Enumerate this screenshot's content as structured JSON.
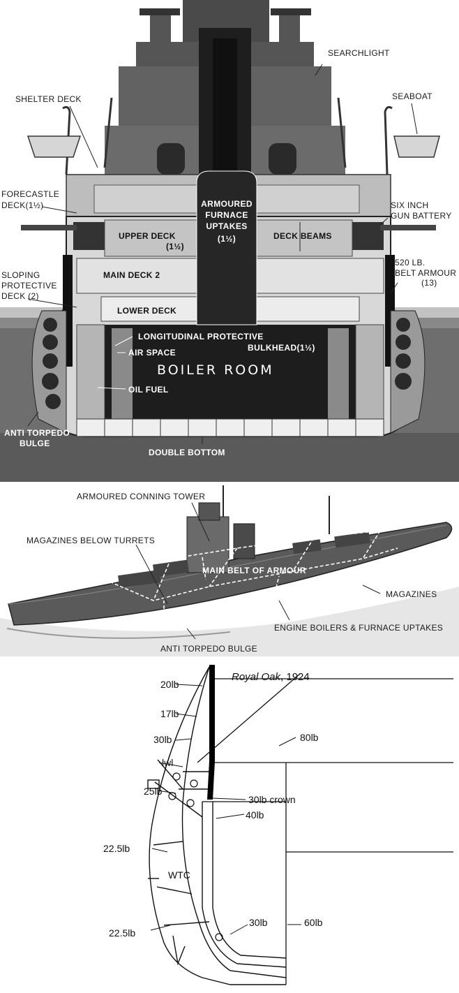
{
  "section_view": {
    "labels": {
      "searchlight": "SEARCHLIGHT",
      "shelter_deck": "SHELTER DECK",
      "seaboat": "SEABOAT",
      "forecastle_deck": "FORECASTLE",
      "forecastle_deck_2": "DECK(1½)",
      "armoured_furnace_1": "ARMOURED",
      "armoured_furnace_2": "FURNACE",
      "armoured_furnace_3": "UPTAKES",
      "armoured_furnace_4": "(1½)",
      "six_inch_1": "SIX INCH",
      "six_inch_2": "GUN BATTERY",
      "upper_deck": "UPPER DECK",
      "upper_deck_thk": "(1½)",
      "deck_beams": "DECK BEAMS",
      "sloping_1": "SLOPING",
      "sloping_2": "PROTECTIVE",
      "sloping_3": "DECK (2)",
      "main_deck": "MAIN DECK 2",
      "belt_1": "520 LB.",
      "belt_2": "BELT ARMOUR",
      "belt_3": "(13)",
      "lower_deck": "LOWER DECK",
      "longitudinal_1": "LONGITUDINAL PROTECTIVE",
      "longitudinal_2": "BULKHEAD(1½)",
      "air_space": "AIR SPACE",
      "boiler_room": "BOILER ROOM",
      "oil_fuel": "OIL FUEL",
      "anti_torpedo_1": "ANTI TORPEDO",
      "anti_torpedo_2": "BULGE",
      "double_bottom": "DOUBLE BOTTOM"
    }
  },
  "ship_view": {
    "labels": {
      "conning_tower": "ARMOURED CONNING TOWER",
      "magazines_below": "MAGAZINES BELOW TURRETS",
      "main_belt": "MAIN BELT OF ARMOUR",
      "magazines": "MAGAZINES",
      "engine_boilers": "ENGINE BOILERS & FURNACE UPTAKES",
      "anti_torpedo": "ANTI TORPEDO BULGE"
    }
  },
  "armour_diagram": {
    "title_name": "Royal Oak",
    "title_year": ", 1924",
    "labels": {
      "l20": "20lb",
      "l17": "17lb",
      "l30a": "30lb",
      "lwl": "lwl",
      "l25": "25lb",
      "l225a": "22.5lb",
      "l225b": "22.5lb",
      "wtc": "WTC",
      "l80": "80lb",
      "crown": "30lb crown",
      "l40": "40lb",
      "l30b": "30lb",
      "l60": "60lb"
    }
  }
}
